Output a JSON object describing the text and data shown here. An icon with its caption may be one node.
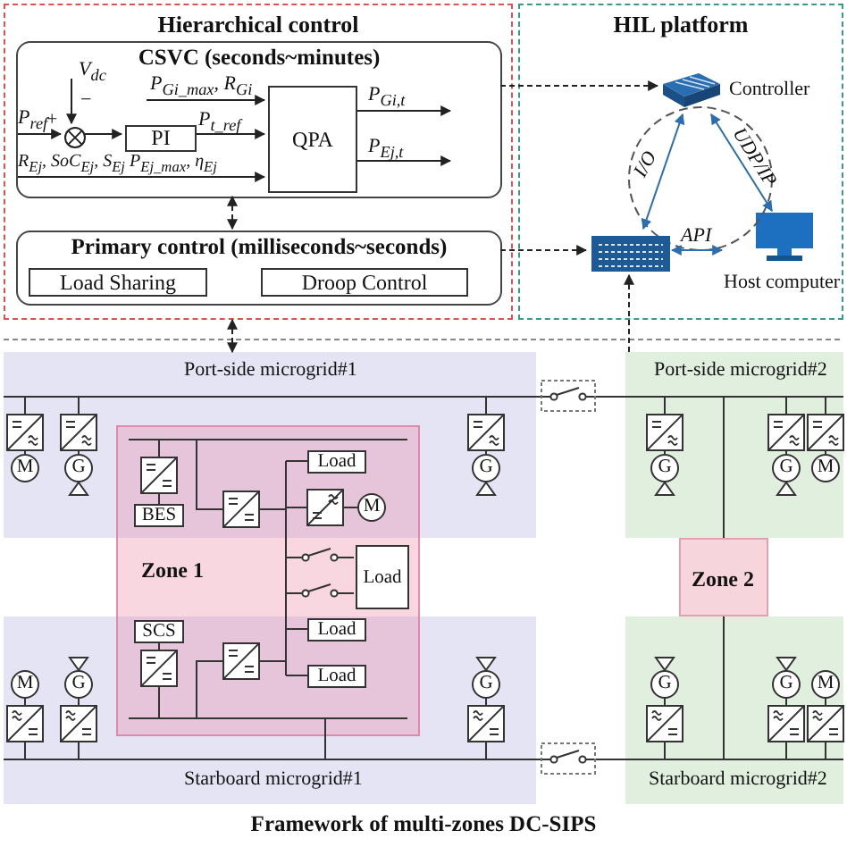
{
  "diagram": {
    "caption": "Framework of multi-zones DC-SIPS",
    "nodes": [
      {
        "text": [
          "Hierarchical control"
        ]
      },
      {
        "text": [
          "CSVC (seconds~minutes)"
        ],
        "in": 0
      },
      {
        "text": [],
        "shape": "circle",
        "in": 1
      },
      {
        "text": [
          "PI"
        ],
        "in": 1
      },
      {
        "text": [
          "QPA"
        ],
        "in": 1
      },
      {
        "text": [
          "Primary control (milliseconds~seconds)"
        ],
        "in": 0
      },
      {
        "text": [
          "Load Sharing"
        ],
        "in": 5
      },
      {
        "text": [
          "Droop Control"
        ],
        "in": 5
      },
      {
        "text": [
          "HIL platform"
        ]
      },
      {
        "text": [
          "Controller"
        ],
        "in": 8
      },
      {
        "text": [],
        "shape": "picture",
        "in": 8
      },
      {
        "text": [
          "Host computer"
        ],
        "in": 8
      },
      {
        "text": [
          "Port-side microgrid#1"
        ]
      },
      {
        "text": [
          "M"
        ],
        "in": 12
      },
      {
        "text": [
          "G"
        ],
        "in": 12
      },
      {
        "text": [
          "G"
        ],
        "in": 12
      },
      {
        "text": [
          "Port-side microgrid#2"
        ]
      },
      {
        "text": [
          "G"
        ],
        "in": 16
      },
      {
        "text": [
          "G"
        ],
        "in": 16
      },
      {
        "text": [
          "M"
        ],
        "in": 16
      },
      {
        "text": [
          "Zone 1"
        ]
      },
      {
        "text": [
          "BES"
        ]
      },
      {
        "text": [
          "Load"
        ]
      },
      {
        "text": [
          "M"
        ]
      },
      {
        "text": [
          "Load"
        ],
        "in": 20
      },
      {
        "text": [
          "SCS"
        ]
      },
      {
        "text": [
          "Load"
        ]
      },
      {
        "text": [
          "Load"
        ]
      },
      {
        "text": [
          "Zone 2"
        ]
      },
      {
        "text": [
          "Starboard microgrid#1"
        ]
      },
      {
        "text": [
          "M"
        ],
        "in": 29
      },
      {
        "text": [
          "G"
        ],
        "in": 29
      },
      {
        "text": [
          "G"
        ],
        "in": 29
      },
      {
        "text": [
          "Starboard microgrid#2"
        ]
      },
      {
        "text": [
          "G"
        ],
        "in": 33
      },
      {
        "text": [
          "G"
        ],
        "in": 33
      },
      {
        "text": [
          "M"
        ],
        "in": 33
      }
    ],
    "edges": [
      {
        "from": null,
        "to": 2,
        "arrow": "to",
        "label": "P$_{ref}$"
      },
      {
        "from": null,
        "to": 2,
        "arrow": "to",
        "label": "V$_{dc}$"
      },
      {
        "from": 2,
        "to": 3,
        "arrow": "to"
      },
      {
        "from": 3,
        "to": 4,
        "arrow": "to",
        "label": "P$_{t_ref}$"
      },
      {
        "from": null,
        "to": 4,
        "arrow": "to",
        "label": "P$_{Gi_max}$, R$_{Gi}$"
      },
      {
        "from": null,
        "to": 4,
        "arrow": "to",
        "label": "R$_{Ej}$, SoC$_{Ej}$, S$_{Ej}$ P$_{Ej_max}$, η$_{Ej}$"
      },
      {
        "from": 4,
        "to": null,
        "arrow": "to",
        "label": "P$_{Gi,t}$"
      },
      {
        "from": 4,
        "to": null,
        "arrow": "to",
        "label": "P$_{Ej,t}$"
      },
      {
        "from": 1,
        "to": 5,
        "arrow": "both",
        "style": "dashed"
      },
      {
        "from": 0,
        "to": 12,
        "arrow": "both",
        "style": "dashed"
      },
      {
        "from": 1,
        "to": 9,
        "arrow": "to",
        "style": "dashed"
      },
      {
        "from": 5,
        "to": 10,
        "arrow": "to",
        "style": "dashed"
      },
      {
        "from": 16,
        "to": 10,
        "arrow": "to",
        "style": "dashed"
      },
      {
        "from": 9,
        "to": 10,
        "arrow": "both",
        "label": "I/O",
        "color": "#2a6db0"
      },
      {
        "from": 9,
        "to": 11,
        "arrow": "both",
        "label": "UDP/IP",
        "color": "#2a6db0"
      },
      {
        "from": 10,
        "to": 11,
        "arrow": "both",
        "label": "API",
        "color": "#2a6db0"
      }
    ],
    "labels": [
      "+",
      "−"
    ]
  }
}
